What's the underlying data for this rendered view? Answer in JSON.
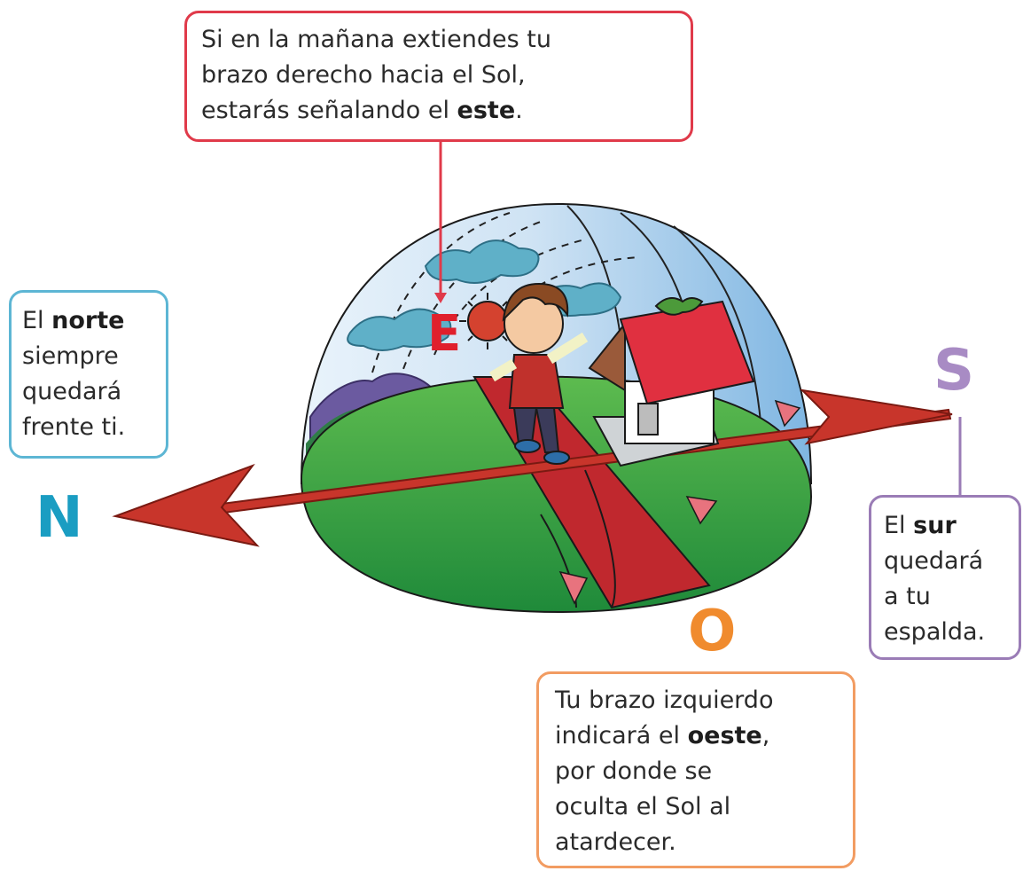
{
  "callouts": {
    "east": {
      "line1": "Si en la mañana extiendes tu",
      "line2": "brazo derecho hacia el Sol,",
      "line3_pre": "estarás señalando el ",
      "line3_bold": "este",
      "line3_post": "."
    },
    "north": {
      "pre": "El ",
      "bold": "norte",
      "line2": "siempre",
      "line3": "quedará",
      "line4": "frente ti."
    },
    "south": {
      "pre": "El ",
      "bold": "sur",
      "line2": "quedará",
      "line3": "a tu",
      "line4": "espalda."
    },
    "west": {
      "line1": "Tu brazo izquierdo",
      "line2_pre": "indicará el ",
      "line2_bold": "oeste",
      "line2_post": ",",
      "line3": "por donde se",
      "line4": "oculta el Sol al",
      "line5": "atardecer."
    }
  },
  "letters": {
    "north": "N",
    "south": "S",
    "east": "E",
    "west": "O"
  },
  "colors": {
    "north": "#1a9dc2",
    "south": "#a88bc4",
    "east": "#e0202c",
    "west": "#f08b2e",
    "arrow": "#c8352b",
    "sky": "#8ec3e6",
    "grass": "#3fa64a"
  },
  "icons": [
    "sun-icon",
    "bird-icon",
    "house-icon",
    "cloud-icon",
    "child-figure"
  ]
}
